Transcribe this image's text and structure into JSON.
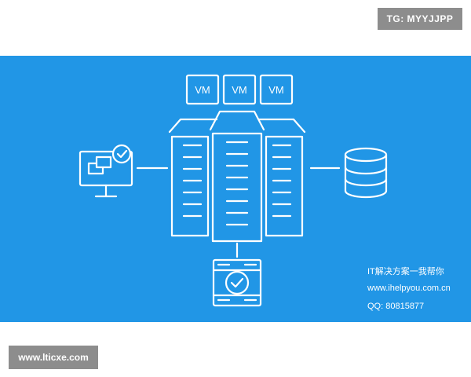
{
  "watermarks": {
    "top_badge": "TG: MYYJJPP",
    "bottom_badge": "www.lticxe.com",
    "brand_line": "IT解决方案一我帮你",
    "site_line": "www.ihelpyou.com.cn",
    "qq_line": "QQ: 80815877"
  },
  "diagram": {
    "vm_labels": [
      "VM",
      "VM",
      "VM"
    ],
    "colors": {
      "background": "#2196e6",
      "stroke": "#ffffff"
    }
  }
}
